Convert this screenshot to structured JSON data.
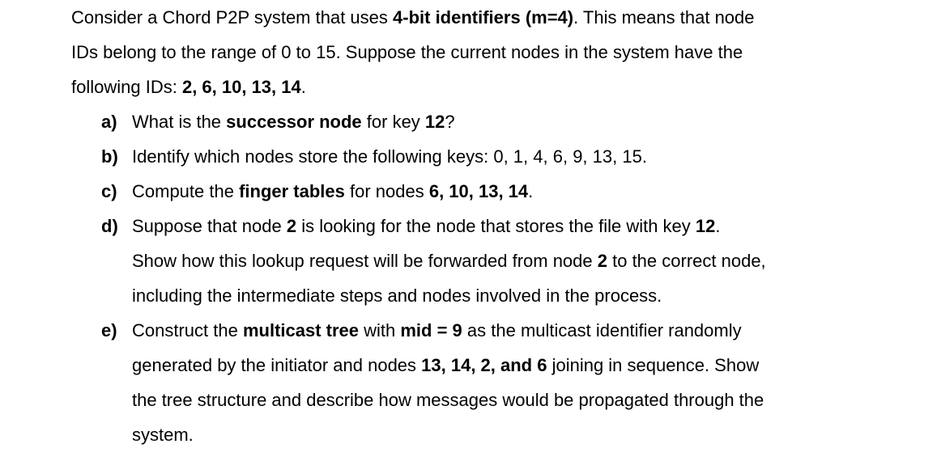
{
  "page": {
    "background_color": "#ffffff",
    "text_color": "#000000"
  },
  "document": {
    "intro": {
      "lines": [
        [
          {
            "t": "Consider a Chord P2P system that uses ",
            "b": false
          },
          {
            "t": "4-bit identifiers (m=4)",
            "b": true
          },
          {
            "t": ". This means that node",
            "b": false
          }
        ],
        [
          {
            "t": "IDs belong to the range of 0 to 15. Suppose the current nodes in the system have the",
            "b": false
          }
        ],
        [
          {
            "t": "following IDs: ",
            "b": false
          },
          {
            "t": "2, 6, 10, 13, 14",
            "b": true
          },
          {
            "t": ".",
            "b": false
          }
        ]
      ]
    },
    "items": [
      {
        "label": "a)",
        "lines": [
          [
            {
              "t": "What is the ",
              "b": false
            },
            {
              "t": "successor node",
              "b": true
            },
            {
              "t": " for key ",
              "b": false
            },
            {
              "t": "12",
              "b": true
            },
            {
              "t": "?",
              "b": false
            }
          ]
        ]
      },
      {
        "label": "b)",
        "lines": [
          [
            {
              "t": "Identify which nodes store the following keys: 0, 1, 4, 6, 9, 13, 15.",
              "b": false
            }
          ]
        ]
      },
      {
        "label": "c)",
        "lines": [
          [
            {
              "t": "Compute the ",
              "b": false
            },
            {
              "t": "finger tables",
              "b": true
            },
            {
              "t": " for nodes ",
              "b": false
            },
            {
              "t": "6, 10, 13, 14",
              "b": true
            },
            {
              "t": ".",
              "b": false
            }
          ]
        ]
      },
      {
        "label": "d)",
        "lines": [
          [
            {
              "t": "Suppose that node ",
              "b": false
            },
            {
              "t": "2",
              "b": true
            },
            {
              "t": " is looking for the node that stores the file with key ",
              "b": false
            },
            {
              "t": "12",
              "b": true
            },
            {
              "t": ".",
              "b": false
            }
          ],
          [
            {
              "t": "Show how this lookup request will be forwarded from node ",
              "b": false
            },
            {
              "t": "2",
              "b": true
            },
            {
              "t": " to the correct node,",
              "b": false
            }
          ],
          [
            {
              "t": "including the intermediate steps and nodes involved in the process.",
              "b": false
            }
          ]
        ]
      },
      {
        "label": "e)",
        "lines": [
          [
            {
              "t": "Construct the ",
              "b": false
            },
            {
              "t": "multicast tree",
              "b": true
            },
            {
              "t": " with ",
              "b": false
            },
            {
              "t": "mid = 9",
              "b": true
            },
            {
              "t": " as the multicast identifier randomly",
              "b": false
            }
          ],
          [
            {
              "t": "generated by the initiator and nodes ",
              "b": false
            },
            {
              "t": "13, 14, 2, and 6",
              "b": true
            },
            {
              "t": " joining in sequence. Show",
              "b": false
            }
          ],
          [
            {
              "t": "the tree structure and describe how messages would be propagated through the",
              "b": false
            }
          ],
          [
            {
              "t": "system.",
              "b": false
            }
          ]
        ]
      }
    ]
  }
}
